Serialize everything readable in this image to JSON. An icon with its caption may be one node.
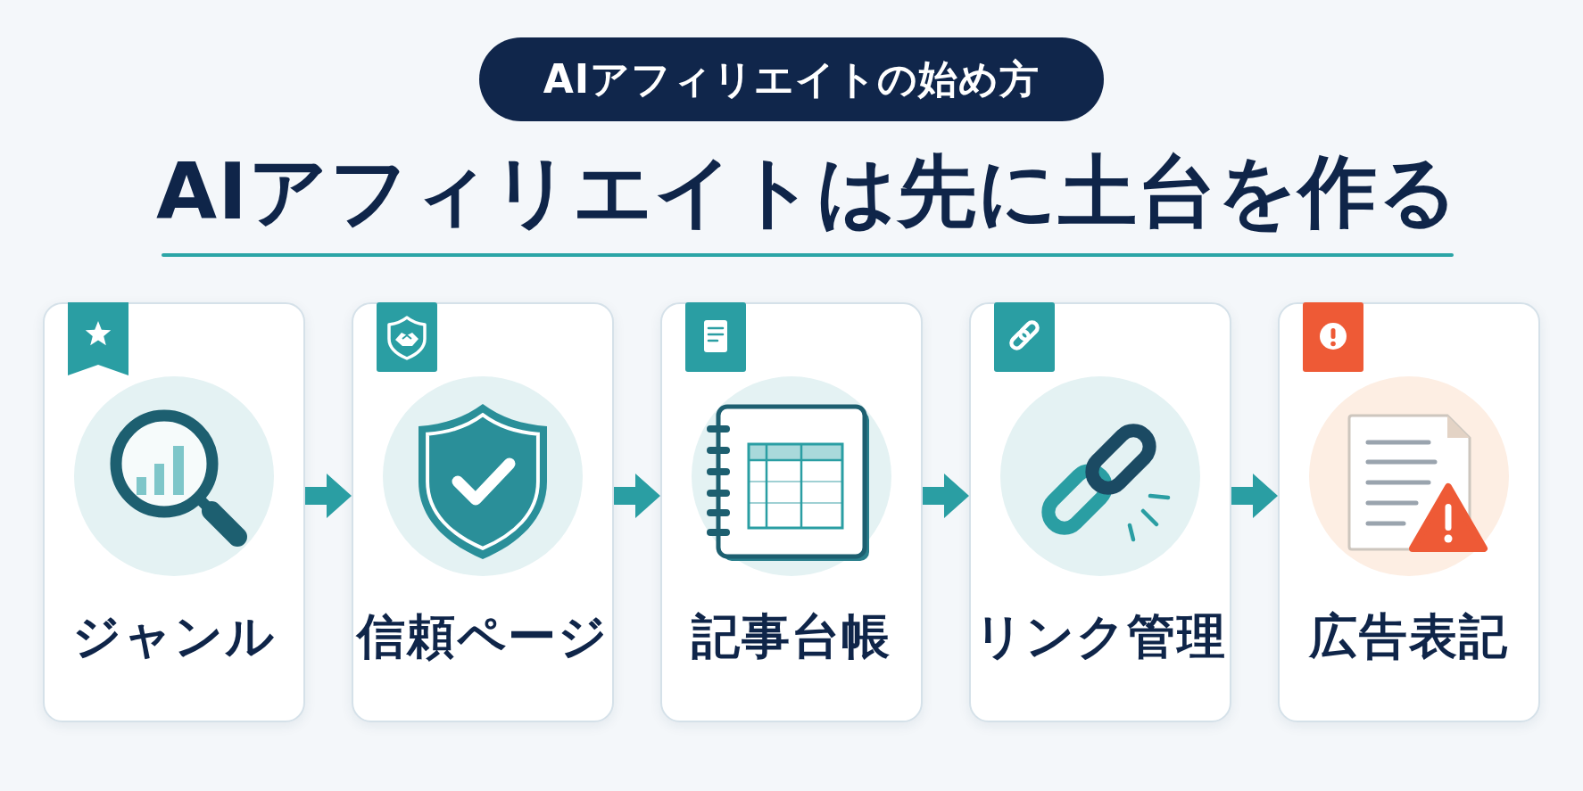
{
  "diagram": {
    "title": "AIアフィリエイトは先に土台を作る",
    "nodes": [
      {
        "text": [
          "AIアフィリエイトの始め方"
        ]
      },
      {
        "text": [
          "ジャンル"
        ]
      },
      {
        "text": [
          "信頼ページ"
        ]
      },
      {
        "text": [
          "記事台帳"
        ]
      },
      {
        "text": [
          "リンク管理"
        ]
      },
      {
        "text": [
          "広告表記"
        ]
      }
    ],
    "edges": [
      {
        "from": 1,
        "to": 2,
        "arrow": "to"
      },
      {
        "from": 2,
        "to": 3,
        "arrow": "to"
      },
      {
        "from": 3,
        "to": 4,
        "arrow": "to"
      },
      {
        "from": 4,
        "to": 5,
        "arrow": "to"
      }
    ]
  }
}
